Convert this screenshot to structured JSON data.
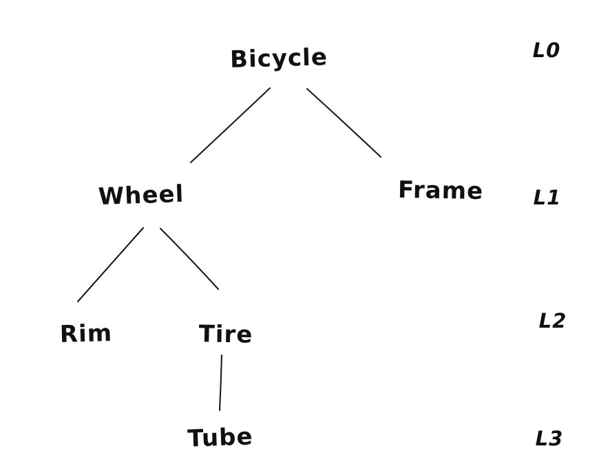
{
  "diagram": {
    "type": "tree",
    "style": "hand-drawn sketch, black ink on white",
    "colors": {
      "ink": "#111111",
      "background": "#ffffff"
    },
    "nodes": [
      {
        "id": "bicycle",
        "label": "Bicycle",
        "level": 0,
        "parent": null
      },
      {
        "id": "wheel",
        "label": "Wheel",
        "level": 1,
        "parent": "bicycle"
      },
      {
        "id": "frame",
        "label": "Frame",
        "level": 1,
        "parent": "bicycle"
      },
      {
        "id": "rim",
        "label": "Rim",
        "level": 2,
        "parent": "wheel"
      },
      {
        "id": "tire",
        "label": "Tire",
        "level": 2,
        "parent": "wheel"
      },
      {
        "id": "tube",
        "label": "Tube",
        "level": 3,
        "parent": "tire"
      }
    ],
    "edges": [
      {
        "from": "bicycle",
        "to": "wheel"
      },
      {
        "from": "bicycle",
        "to": "frame"
      },
      {
        "from": "wheel",
        "to": "rim"
      },
      {
        "from": "wheel",
        "to": "tire"
      },
      {
        "from": "tire",
        "to": "tube"
      }
    ],
    "level_labels": [
      {
        "label": "L0",
        "level": 0
      },
      {
        "label": "L1",
        "level": 1
      },
      {
        "label": "L2",
        "level": 2
      },
      {
        "label": "L3",
        "level": 3
      }
    ]
  }
}
